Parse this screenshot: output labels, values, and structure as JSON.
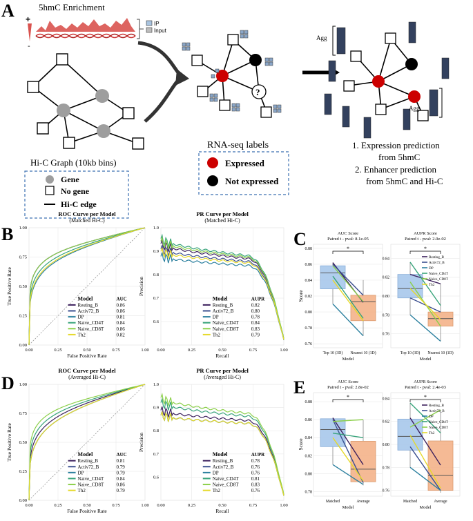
{
  "panel_letters": {
    "A": "A",
    "B": "B",
    "C": "C",
    "D": "D",
    "E": "E"
  },
  "panelA": {
    "enrichment_title": "5hmC Enrichment",
    "plus": "+",
    "minus": "-",
    "legend_ip": "IP",
    "legend_input": "Input",
    "hic_caption": "Hi-C Graph (10kb bins)",
    "legend_gene": "Gene",
    "legend_nogene": "No gene",
    "legend_edge": "Hi-C edge",
    "rnaseq_title": "RNA-seq labels",
    "expressed": "Expressed",
    "not_expressed": "Not expressed",
    "question": "?",
    "agg": "Agg",
    "task1a": "1. Expression prediction",
    "task1b": "from 5hmC",
    "task2a": "2. Enhancer prediction",
    "task2b": "from 5hmC and Hi-C",
    "colors": {
      "enrich": "#d9534f",
      "ip": "#a9c4e0",
      "input": "#bdbdbd",
      "gene": "#9e9e9e",
      "expressed": "#cc0000",
      "legend_border": "#3a6fb0"
    }
  },
  "chart_data": [
    {
      "id": "B1",
      "type": "line",
      "title": "ROC Curve per Model",
      "subtitle": "(Matched Hi-C)",
      "xlabel": "False Positive Rate",
      "ylabel": "True Positive Rate",
      "xlim": [
        0,
        1
      ],
      "ylim": [
        0,
        1
      ],
      "ticks": [
        "0.00",
        "0.25",
        "0.50",
        "0.75",
        "1.00"
      ],
      "legend_title": "Model",
      "metric_label": "AUC",
      "series": [
        {
          "name": "Resting_B",
          "value": "0.86",
          "color": "#3b1f5c",
          "k": 0.16
        },
        {
          "name": "Activ72_B",
          "value": "0.86",
          "color": "#3b4f8f",
          "k": 0.16
        },
        {
          "name": "DP",
          "value": "0.81",
          "color": "#2a7f9e",
          "k": 0.22
        },
        {
          "name": "Naive_CD4T",
          "value": "0.84",
          "color": "#37a37a",
          "k": 0.19
        },
        {
          "name": "Naive_CD8T",
          "value": "0.86",
          "color": "#8cd04a",
          "k": 0.16
        },
        {
          "name": "Th2",
          "value": "0.82",
          "color": "#e6d92a",
          "k": 0.21
        }
      ]
    },
    {
      "id": "B2",
      "type": "line",
      "title": "PR Curve per Model",
      "subtitle": "(Matched Hi-C)",
      "xlabel": "Recall",
      "ylabel": "Precision",
      "xlim": [
        0,
        1
      ],
      "ylim": [
        0.5,
        1
      ],
      "ticks": [
        "0.00",
        "0.25",
        "0.50",
        "0.75",
        "1.00"
      ],
      "yticks": [
        "0.6",
        "0.7",
        "0.8",
        "0.9",
        "1.0"
      ],
      "legend_title": "Model",
      "metric_label": "AUPR",
      "series": [
        {
          "name": "Resting_B",
          "value": "0.82",
          "color": "#3b1f5c",
          "y0": 0.93
        },
        {
          "name": "Activ72_B",
          "value": "0.80",
          "color": "#3b4f8f",
          "y0": 0.91
        },
        {
          "name": "DP",
          "value": "0.78",
          "color": "#2a7f9e",
          "y0": 0.88
        },
        {
          "name": "Naive_CD4T",
          "value": "0.84",
          "color": "#37a37a",
          "y0": 0.95
        },
        {
          "name": "Naive_CD8T",
          "value": "0.83",
          "color": "#8cd04a",
          "y0": 0.94
        },
        {
          "name": "Th2",
          "value": "0.79",
          "color": "#e6d92a",
          "y0": 0.9
        }
      ]
    },
    {
      "id": "D1",
      "type": "line",
      "title": "ROC Curve per Model",
      "subtitle": "(Averaged Hi-C)",
      "xlabel": "False Positive Rate",
      "ylabel": "True Positive Rate",
      "xlim": [
        0,
        1
      ],
      "ylim": [
        0,
        1
      ],
      "ticks": [
        "0.00",
        "0.25",
        "0.50",
        "0.75",
        "1.00"
      ],
      "legend_title": "Model",
      "metric_label": "AUC",
      "series": [
        {
          "name": "Resting_B",
          "value": "0.81",
          "color": "#3b1f5c",
          "k": 0.22
        },
        {
          "name": "Activ72_B",
          "value": "0.79",
          "color": "#3b4f8f",
          "k": 0.25
        },
        {
          "name": "DP",
          "value": "0.79",
          "color": "#2a7f9e",
          "k": 0.25
        },
        {
          "name": "Naive_CD4T",
          "value": "0.84",
          "color": "#37a37a",
          "k": 0.19
        },
        {
          "name": "Naive_CD8T",
          "value": "0.86",
          "color": "#8cd04a",
          "k": 0.16
        },
        {
          "name": "Th2",
          "value": "0.79",
          "color": "#e6d92a",
          "k": 0.25
        }
      ]
    },
    {
      "id": "D2",
      "type": "line",
      "title": "PR Curve per Model",
      "subtitle": "(Averaged Hi-C)",
      "xlabel": "Recall",
      "ylabel": "Precision",
      "xlim": [
        0,
        1
      ],
      "ylim": [
        0.5,
        1
      ],
      "ticks": [
        "0.00",
        "0.25",
        "0.50",
        "0.75",
        "1.00"
      ],
      "yticks": [
        "0.6",
        "0.7",
        "0.8",
        "0.9",
        "1.0"
      ],
      "legend_title": "Model",
      "metric_label": "AUPR",
      "series": [
        {
          "name": "Resting_B",
          "value": "0.78",
          "color": "#3b1f5c",
          "y0": 0.89
        },
        {
          "name": "Activ72_B",
          "value": "0.76",
          "color": "#3b4f8f",
          "y0": 0.87
        },
        {
          "name": "DP",
          "value": "0.76",
          "color": "#2a7f9e",
          "y0": 0.87
        },
        {
          "name": "Naive_CD4T",
          "value": "0.81",
          "color": "#37a37a",
          "y0": 0.92
        },
        {
          "name": "Naive_CD8T",
          "value": "0.83",
          "color": "#8cd04a",
          "y0": 0.94
        },
        {
          "name": "Th2",
          "value": "0.76",
          "color": "#e6d92a",
          "y0": 0.87
        }
      ]
    },
    {
      "id": "C",
      "type": "box",
      "ylabel": "Score",
      "xlabel": "Model",
      "facets": [
        {
          "title": "AUC Score",
          "subtitle": "Paired t - pval: 8.1e-05",
          "categories": [
            "Top 10 (3D)",
            "Nearest 10 (1D)"
          ],
          "ylim": [
            0.755,
            0.885
          ],
          "yticks": [
            "0.76",
            "0.78",
            "0.80",
            "0.82",
            "0.84",
            "0.86",
            "0.88"
          ],
          "boxes": [
            {
              "q1": 0.829,
              "med": 0.849,
              "q3": 0.858,
              "lo": 0.81,
              "hi": 0.862
            },
            {
              "q1": 0.789,
              "med": 0.813,
              "q3": 0.821,
              "lo": 0.77,
              "hi": 0.84
            }
          ],
          "pairs": [
            [
              0.862,
              0.812
            ],
            [
              0.86,
              0.821
            ],
            [
              0.81,
              0.77
            ],
            [
              0.845,
              0.792
            ],
            [
              0.858,
              0.813
            ],
            [
              0.84,
              0.789
            ]
          ]
        },
        {
          "title": "AUPR Score",
          "subtitle": "Paired t - pval: 2.0e-02",
          "categories": [
            "Top 10 (3D)",
            "Nearest 10 (1D)"
          ],
          "ylim": [
            0.745,
            0.855
          ],
          "yticks": [
            "0.76",
            "0.78",
            "0.80",
            "0.82",
            "0.84"
          ],
          "boxes": [
            {
              "q1": 0.798,
              "med": 0.808,
              "q3": 0.823,
              "lo": 0.78,
              "hi": 0.836
            },
            {
              "q1": 0.768,
              "med": 0.776,
              "q3": 0.783,
              "lo": 0.752,
              "hi": 0.813
            }
          ],
          "pairs": [
            [
              0.823,
              0.813
            ],
            [
              0.798,
              0.783
            ],
            [
              0.78,
              0.752
            ],
            [
              0.836,
              0.79
            ],
            [
              0.815,
              0.768
            ],
            [
              0.808,
              0.775
            ]
          ]
        }
      ],
      "legend": [
        "Resting_B",
        "Activ72_B",
        "DP",
        "Naive_CD4T",
        "Naive_CD8T",
        "Th2"
      ],
      "colors": [
        "#3b1f5c",
        "#3b4f8f",
        "#2a7f9e",
        "#37a37a",
        "#8cd04a",
        "#e6d92a"
      ]
    },
    {
      "id": "E",
      "type": "box",
      "ylabel": "Score",
      "xlabel": "Model",
      "facets": [
        {
          "title": "AUC Score",
          "subtitle": "Paired t - pval: 2.8e-02",
          "categories": [
            "Matched",
            "Average"
          ],
          "ylim": [
            0.775,
            0.89
          ],
          "yticks": [
            "0.78",
            "0.80",
            "0.82",
            "0.84",
            "0.86",
            "0.88"
          ],
          "boxes": [
            {
              "q1": 0.83,
              "med": 0.849,
              "q3": 0.861,
              "lo": 0.81,
              "hi": 0.862
            },
            {
              "q1": 0.791,
              "med": 0.805,
              "q3": 0.836,
              "lo": 0.787,
              "hi": 0.86
            }
          ],
          "pairs": [
            [
              0.862,
              0.81
            ],
            [
              0.86,
              0.79
            ],
            [
              0.81,
              0.788
            ],
            [
              0.845,
              0.84
            ],
            [
              0.858,
              0.86
            ],
            [
              0.84,
              0.792
            ]
          ]
        },
        {
          "title": "AUPR Score",
          "subtitle": "Paired t - pval: 2.4e-03",
          "categories": [
            "Matched",
            "Average"
          ],
          "ylim": [
            0.755,
            0.845
          ],
          "yticks": [
            "0.76",
            "0.78",
            "0.80",
            "0.82",
            "0.84"
          ],
          "boxes": [
            {
              "q1": 0.795,
              "med": 0.807,
              "q3": 0.822,
              "lo": 0.78,
              "hi": 0.836
            },
            {
              "q1": 0.76,
              "med": 0.773,
              "q3": 0.803,
              "lo": 0.758,
              "hi": 0.83
            }
          ],
          "pairs": [
            [
              0.823,
              0.782
            ],
            [
              0.798,
              0.76
            ],
            [
              0.78,
              0.76
            ],
            [
              0.836,
              0.81
            ],
            [
              0.815,
              0.83
            ],
            [
              0.808,
              0.762
            ]
          ]
        }
      ],
      "legend": [
        "Resting_B",
        "Activ72_B",
        "DP",
        "Naive_CD4T",
        "Naive_CD8T",
        "Th2"
      ],
      "colors": [
        "#3b1f5c",
        "#3b4f8f",
        "#2a7f9e",
        "#37a37a",
        "#8cd04a",
        "#e6d92a"
      ]
    }
  ]
}
